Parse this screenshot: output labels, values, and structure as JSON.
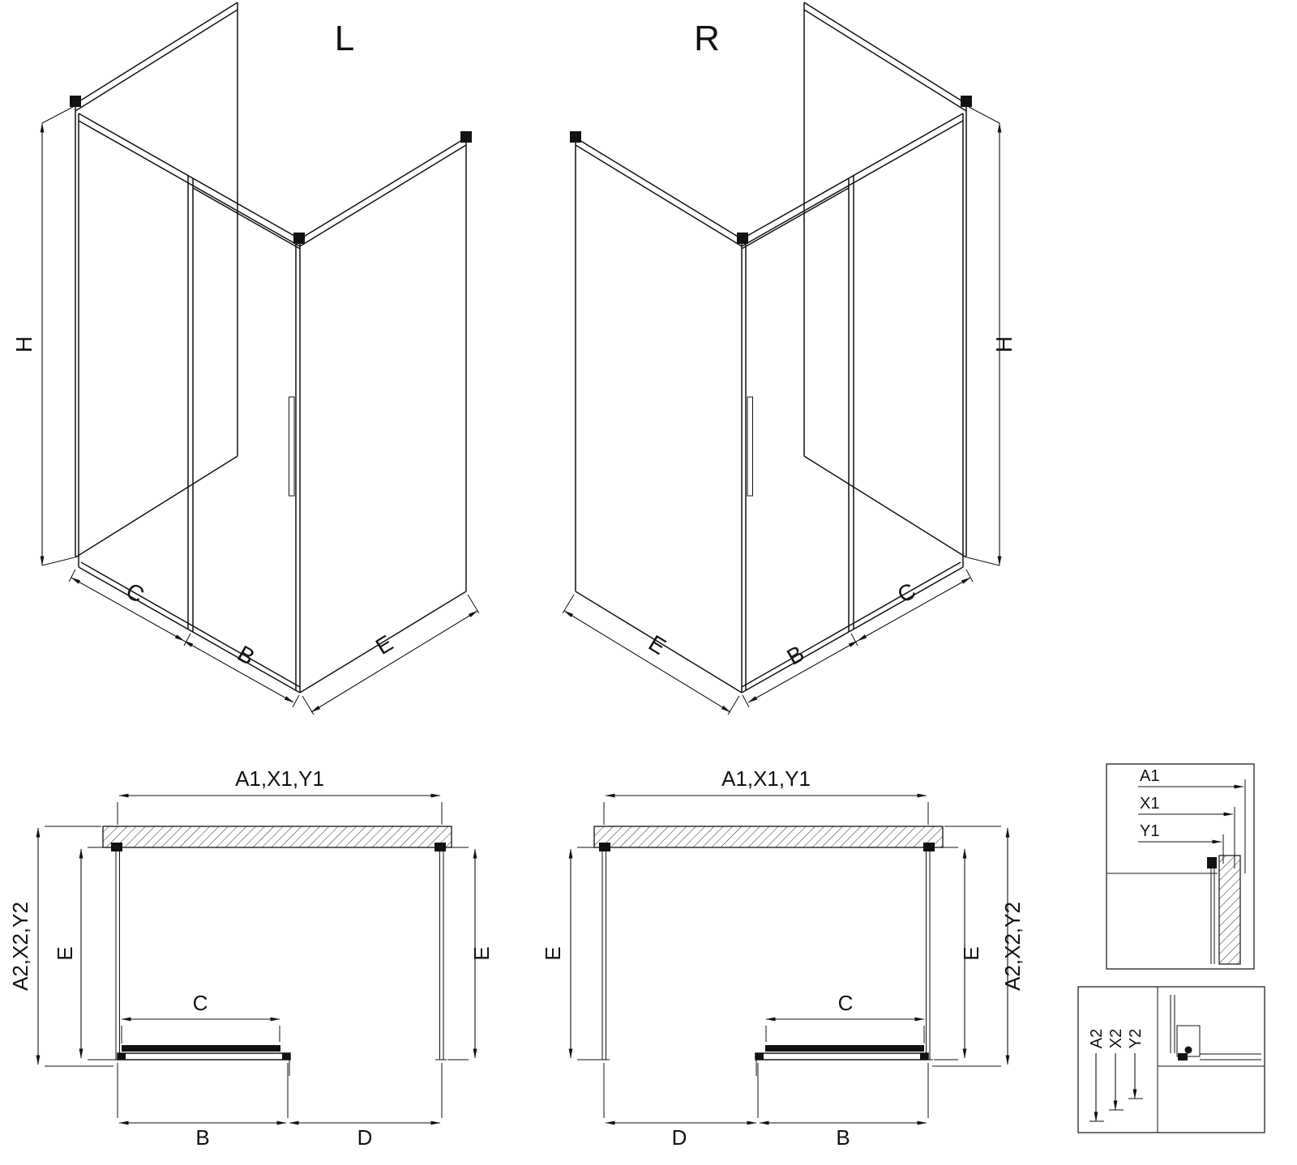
{
  "page": {
    "background": "#ffffff",
    "line_color": "#111111"
  },
  "iso_left": {
    "variant": "L",
    "dim_height": "H",
    "dim_fixed": "C",
    "dim_door": "B",
    "dim_side": "E"
  },
  "iso_right": {
    "variant": "R",
    "dim_height": "H",
    "dim_fixed": "C",
    "dim_door": "B",
    "dim_side": "E"
  },
  "plan_left": {
    "dim_width_top": "A1,X1,Y1",
    "dim_depth_side": "A2,X2,Y2",
    "dim_e_left": "E",
    "dim_e_right": "E",
    "dim_slider": "C",
    "dim_door": "B",
    "dim_panel": "D"
  },
  "plan_right": {
    "dim_width_top": "A1,X1,Y1",
    "dim_depth_side": "A2,X2,Y2",
    "dim_e_left": "E",
    "dim_e_right": "E",
    "dim_slider": "C",
    "dim_door": "B",
    "dim_panel": "D"
  },
  "detail_wall": {
    "dim_1": "A1",
    "dim_2": "X1",
    "dim_3": "Y1"
  },
  "detail_door": {
    "dim_1": "A2",
    "dim_2": "X2",
    "dim_3": "Y2"
  }
}
